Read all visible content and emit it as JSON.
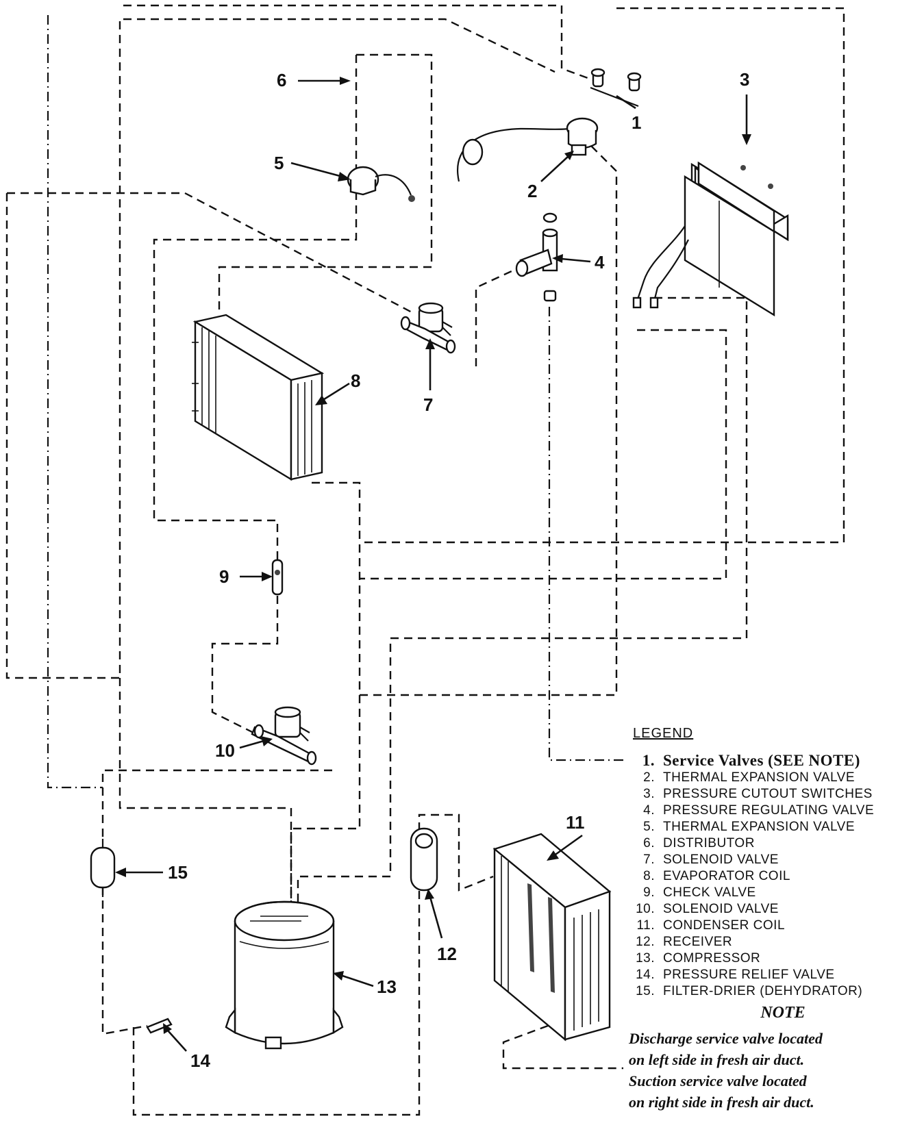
{
  "callouts": [
    "1",
    "2",
    "3",
    "4",
    "5",
    "6",
    "7",
    "8",
    "9",
    "10",
    "11",
    "12",
    "13",
    "14",
    "15"
  ],
  "legend": {
    "title": "LEGEND",
    "items": [
      {
        "num": "1.",
        "label": "Service Valves (SEE NOTE)"
      },
      {
        "num": "2.",
        "label": "THERMAL EXPANSION VALVE"
      },
      {
        "num": "3.",
        "label": "PRESSURE CUTOUT SWITCHES"
      },
      {
        "num": "4.",
        "label": "PRESSURE REGULATING VALVE"
      },
      {
        "num": "5.",
        "label": "THERMAL EXPANSION VALVE"
      },
      {
        "num": "6.",
        "label": "DISTRIBUTOR"
      },
      {
        "num": "7.",
        "label": "SOLENOID VALVE"
      },
      {
        "num": "8.",
        "label": "EVAPORATOR COIL"
      },
      {
        "num": "9.",
        "label": "CHECK VALVE"
      },
      {
        "num": "10.",
        "label": "SOLENOID VALVE"
      },
      {
        "num": "11.",
        "label": "CONDENSER COIL"
      },
      {
        "num": "12.",
        "label": "RECEIVER"
      },
      {
        "num": "13.",
        "label": "COMPRESSOR"
      },
      {
        "num": "14.",
        "label": "PRESSURE RELIEF VALVE"
      },
      {
        "num": "15.",
        "label": "FILTER-DRIER (DEHYDRATOR)"
      }
    ]
  },
  "note": {
    "title": "NOTE",
    "lines": [
      "Discharge service valve located",
      "on left side in fresh air duct.",
      "Suction service valve located",
      "on right side in fresh air duct."
    ]
  }
}
